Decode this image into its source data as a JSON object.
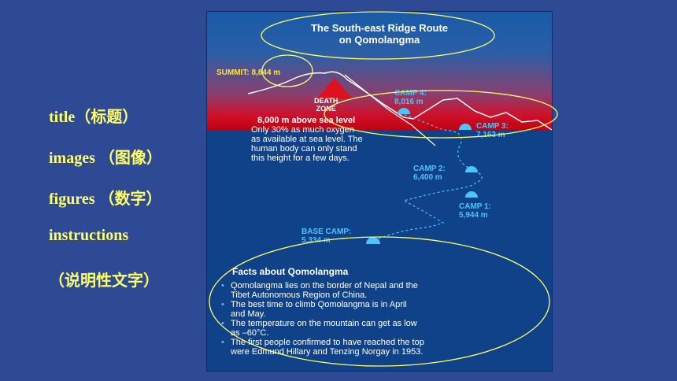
{
  "left_labels": [
    "title（标题）",
    "images （图像）",
    "figures （数字）",
    "instructions",
    "（说明性文字）"
  ],
  "poster": {
    "title_line1": "The South-east Ridge Route",
    "title_line2": "on Qomolangma",
    "summit_label": "SUMMIT: 8,844 m",
    "death_zone_line1": "DEATH",
    "death_zone_line2": "ZONE",
    "camp4_line1": "CAMP 4:",
    "camp4_line2": "8,016 m",
    "camp3_line1": "CAMP 3:",
    "camp3_line2": "7,163 m",
    "camp2_line1": "CAMP 2:",
    "camp2_line2": "6,400 m",
    "camp1_line1": "CAMP 1:",
    "camp1_line2": "5,944 m",
    "base_line1": "BASE CAMP:",
    "base_line2": "5,334 m",
    "sea_level_heading": "8,000 m above sea level",
    "oxygen_lines": [
      "Only 30% as much oxygen",
      "as available at sea level. The",
      "human body can only stand",
      "this height for a few days."
    ],
    "facts_heading": "Facts about Qomolangma",
    "facts": [
      [
        "Qomolangma lies on the border of Nepal and the",
        "Tibet Autonomous Region of China."
      ],
      [
        "The best time to climb Qomolangma is in April",
        "and May."
      ],
      [
        "The temperature on the mountain can get as low",
        "as –60°C."
      ],
      [
        "The first people confirmed to have reached the top",
        "were Edmund Hillary and Tenzing Norgay in 1953."
      ]
    ]
  },
  "colors": {
    "background": "#2e4a94",
    "annotation": "#ffff66",
    "camp_text": "#4fc3f7",
    "summit_text": "#ffe14d"
  }
}
